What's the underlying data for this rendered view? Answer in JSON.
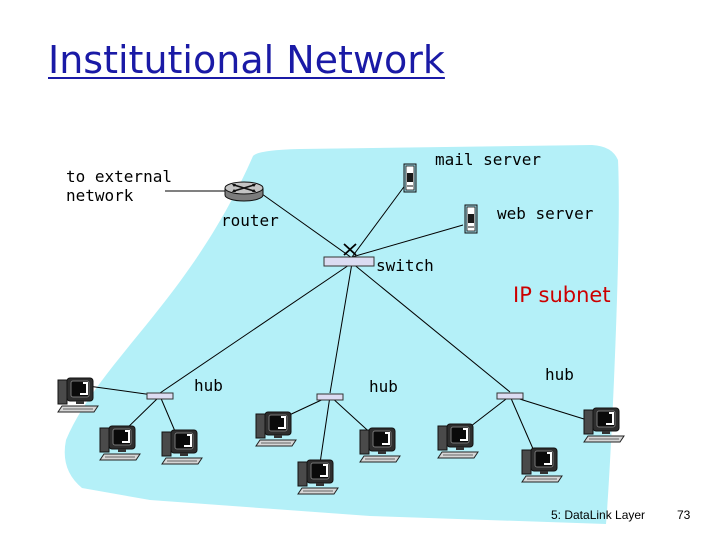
{
  "title": "Institutional Network",
  "labels": {
    "external": [
      "to external",
      "network"
    ],
    "router": "router",
    "mail_server": "mail server",
    "web_server": "web server",
    "switch": "switch",
    "ip_subnet": "IP subnet",
    "hub_left": "hub",
    "hub_middle": "hub",
    "hub_right": "hub"
  },
  "footer": {
    "chapter": "5: DataLink Layer",
    "page": "73"
  },
  "colors": {
    "subnet_fill": "#b4f0f8",
    "title": "#1a1aa6",
    "subnet_label": "#cc0000",
    "hub_fill": "#dcdcf2"
  }
}
